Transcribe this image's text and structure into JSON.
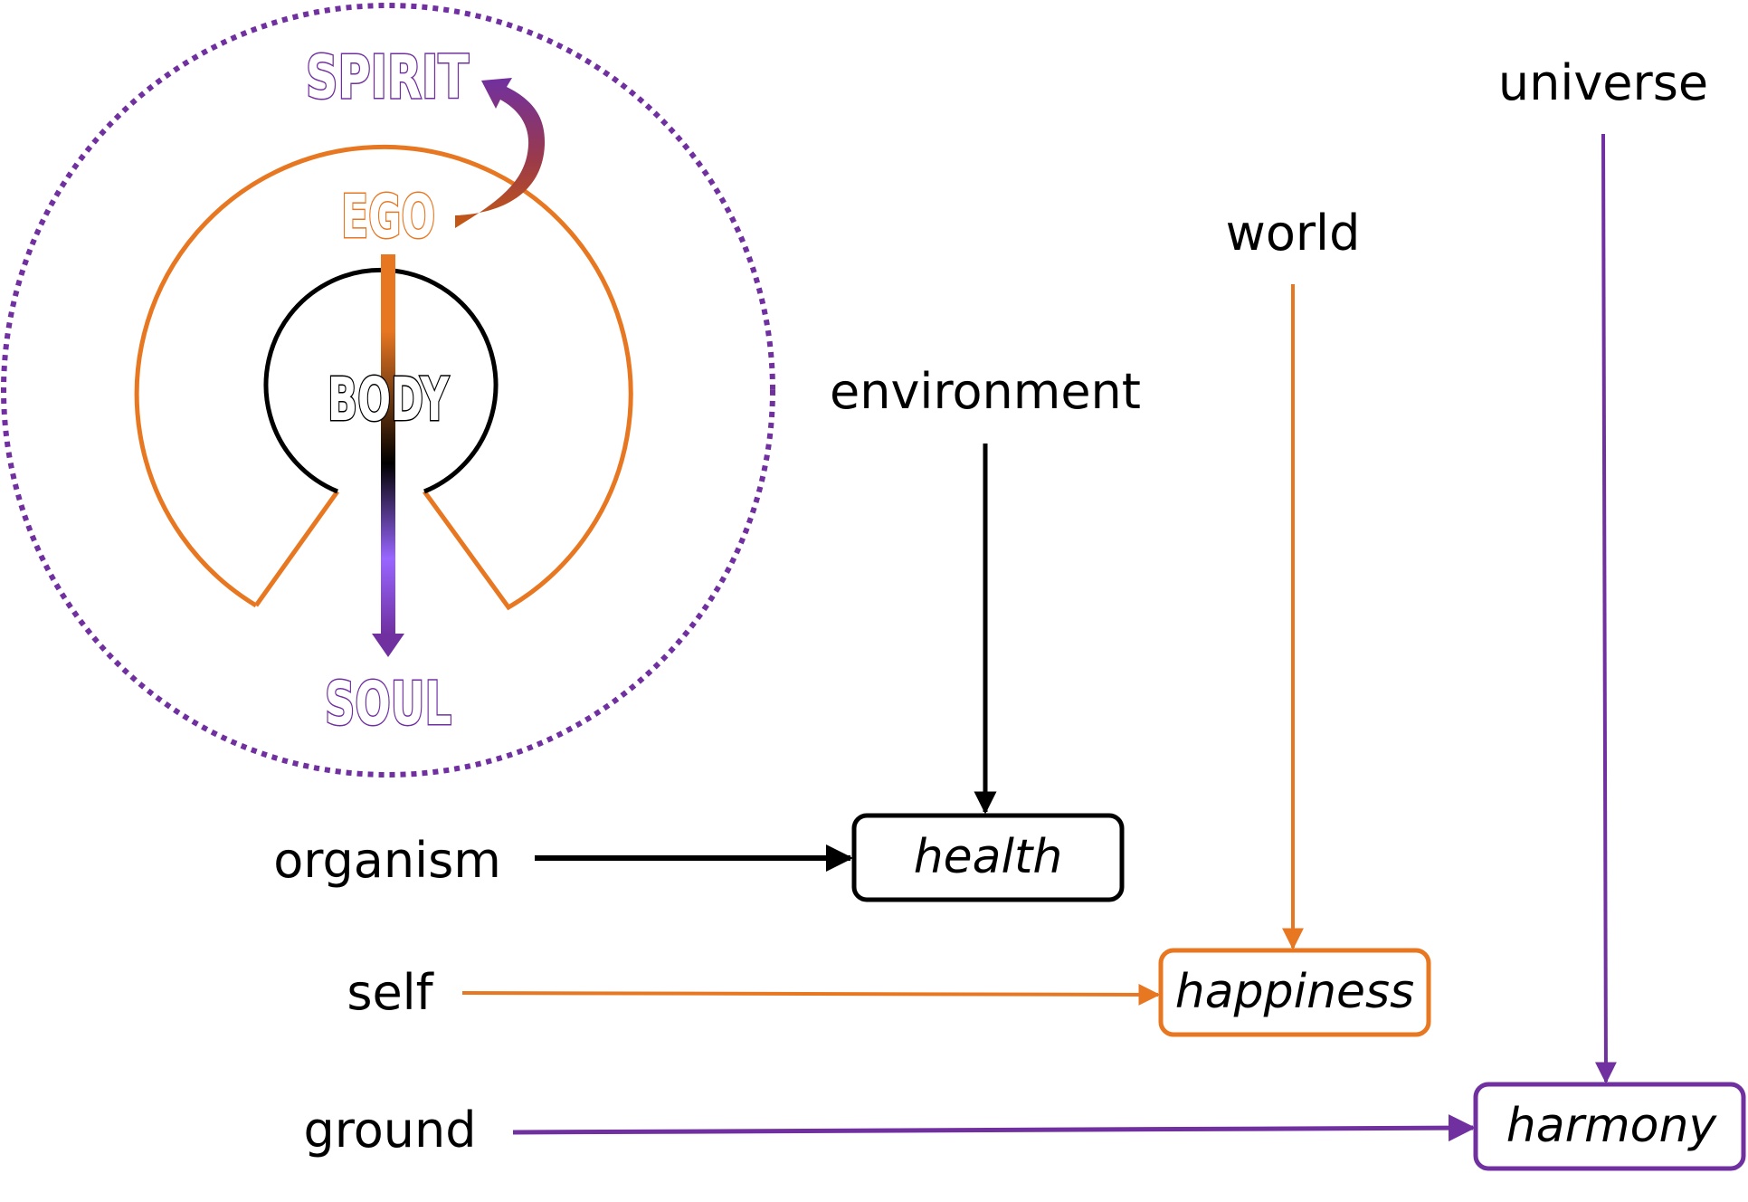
{
  "colors": {
    "purple": "#7030A0",
    "orange": "#E87722",
    "black": "#000000",
    "light_purple": "#9966FF"
  },
  "inner_model": {
    "spirit": "SPIRIT",
    "ego": "EGO",
    "body": "BODY",
    "soul": "SOUL"
  },
  "sources": {
    "environment": "environment",
    "world": "world",
    "universe": "universe",
    "organism": "organism",
    "self": "self",
    "ground": "ground"
  },
  "outcomes": {
    "health": "health",
    "happiness": "happiness",
    "harmony": "harmony"
  },
  "relations": [
    {
      "from": "organism",
      "to": "health",
      "color": "black"
    },
    {
      "from": "environment",
      "to": "health",
      "color": "black"
    },
    {
      "from": "self",
      "to": "happiness",
      "color": "orange"
    },
    {
      "from": "world",
      "to": "happiness",
      "color": "orange"
    },
    {
      "from": "ground",
      "to": "harmony",
      "color": "purple"
    },
    {
      "from": "universe",
      "to": "harmony",
      "color": "purple"
    }
  ]
}
